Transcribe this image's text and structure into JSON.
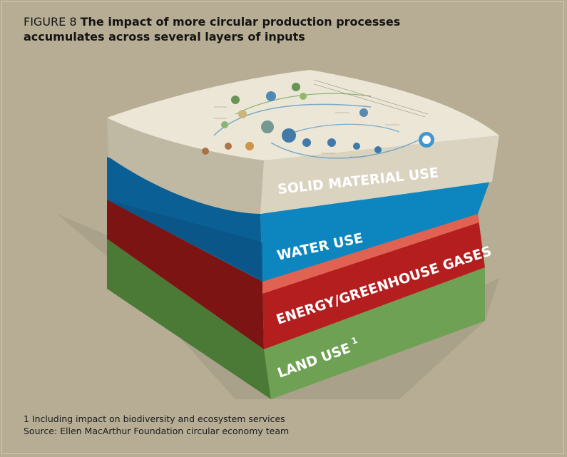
{
  "figure": {
    "number_label": "FIGURE 8",
    "title": "The impact of more circular production processes accumulates across several layers of inputs"
  },
  "layers": [
    {
      "label": "SOLID MATERIAL USE",
      "color": "#d9d3c0"
    },
    {
      "label": "WATER USE",
      "color": "#0d86c0"
    },
    {
      "label": "ENERGY/GREENHOUSE GASES",
      "color": "#b41e1f"
    },
    {
      "label": "LAND USE",
      "superscript": "1",
      "color": "#6fa154"
    }
  ],
  "footnotes": {
    "note": "1 Including impact on biodiversity and ecosystem services",
    "source": "Source: Ellen MacArthur Foundation circular economy team"
  }
}
